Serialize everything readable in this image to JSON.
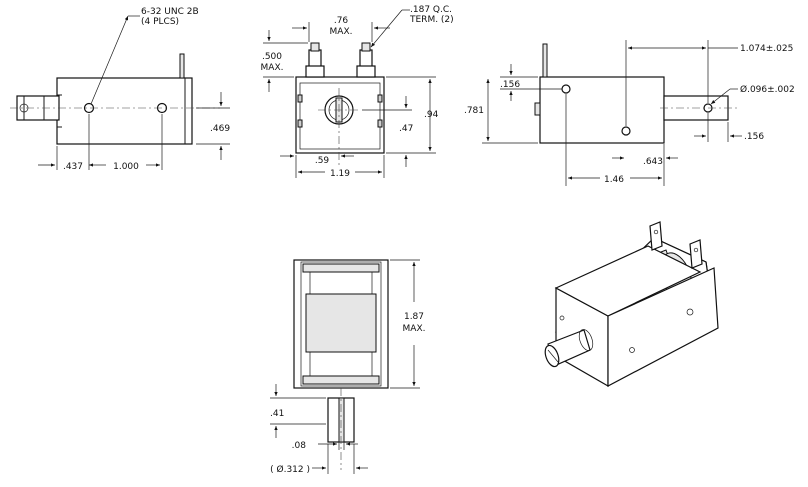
{
  "colors": {
    "line": "#1a1a1a",
    "shade": "#e6e6e6",
    "background": "#ffffff"
  },
  "front_view": {
    "note_thread": "6-32 UNC 2B",
    "note_places": "(4 PLCS)",
    "dim_offset": ".437",
    "dim_spacing": "1.000",
    "dim_height": ".469"
  },
  "end_view": {
    "dim_terminal_width": ".76",
    "dim_terminal_width_max": "MAX.",
    "note_terminal": ".187 Q.C.",
    "note_terminal_count": "TERM. (2)",
    "dim_terminal_height": ".500",
    "dim_terminal_height_max": "MAX.",
    "dim_total_height": ".94",
    "dim_center_height": ".47",
    "dim_center_x": ".59",
    "dim_width": "1.19"
  },
  "side_view": {
    "dim_plunger_travel": "1.074±.025",
    "dim_hole_dia": "Ø.096±.002",
    "dim_hole_top": ".156",
    "dim_hole_edge": ".156",
    "dim_height": ".781",
    "dim_hole_spacing": ".643",
    "dim_length": "1.46"
  },
  "top_view": {
    "dim_length": "1.87",
    "dim_length_max": "MAX.",
    "dim_plunger_ext": ".41",
    "dim_slot": ".08",
    "dim_plunger_dia": "( Ø.312 )"
  }
}
